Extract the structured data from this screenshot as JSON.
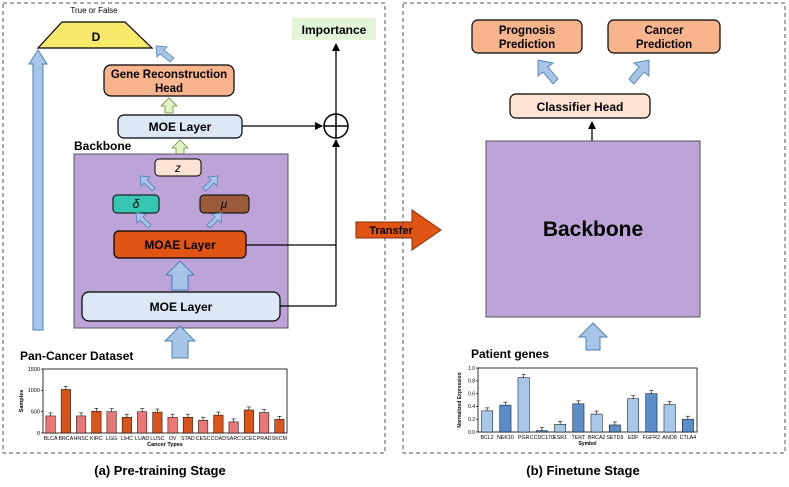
{
  "panel_a": {
    "caption": "(a) Pre-training Stage",
    "discriminator_top_label": "True or False",
    "discriminator_label": "D",
    "importance_label": "Importance",
    "gene_head_line1": "Gene Reconstruction",
    "gene_head_line2": "Head",
    "moe_top_label": "MOE Layer",
    "backbone_label": "Backbone",
    "z_label": "z",
    "delta_label": "δ",
    "mu_label": "μ",
    "moae_label": "MOAE Layer",
    "moe_bottom_label": "MOE Layer",
    "dataset_label": "Pan-Cancer Dataset"
  },
  "transfer_label": "Transfer",
  "panel_b": {
    "caption": "(b) Finetune Stage",
    "prognosis_line1": "Prognosis",
    "prognosis_line2": "Prediction",
    "cancer_line1": "Cancer",
    "cancer_line2": "Prediction",
    "classifier_label": "Classifier Head",
    "backbone_label": "Backbone",
    "patient_genes_label": "Patient genes"
  },
  "colors": {
    "orange_box": "#f8b48c",
    "blue_box": "#dde8f6",
    "purple": "#bca4d8",
    "teal": "#37c6b2",
    "brown": "#9a5b3a",
    "moae_orange": "#e05514",
    "peach": "#fde3d3",
    "arrow_blue": "#a7c6e7",
    "arrow_green": "#e4f2c8",
    "importance_bg": "#e4f5d7",
    "disc_yellow": "#f7e96a"
  },
  "chart_data": [
    {
      "type": "bar",
      "categories": [
        "BLCA",
        "BRCA",
        "HNSC",
        "KIRC",
        "LGG",
        "LIHC",
        "LUAD",
        "LUSC",
        "OV",
        "STAD",
        "CESC",
        "COAD",
        "SARC",
        "UCEC",
        "PRAD",
        "SKCM"
      ],
      "values": [
        400,
        1020,
        400,
        510,
        500,
        370,
        500,
        490,
        370,
        370,
        300,
        420,
        260,
        540,
        480,
        320
      ],
      "series_colors": [
        "#e87878",
        "#d9541a",
        "#e87878",
        "#d9541a",
        "#e87878",
        "#d9541a",
        "#e87878",
        "#d9541a",
        "#e87878",
        "#d9541a",
        "#e87878",
        "#d9541a",
        "#e87878",
        "#d9541a",
        "#e87878",
        "#d9541a"
      ],
      "xlabel": "Cancer Types",
      "ylabel": "Samples",
      "yticks": [
        0,
        500,
        1000,
        1500
      ],
      "ylim": [
        0,
        1500
      ]
    },
    {
      "type": "bar",
      "categories": [
        "BCL2",
        "NEK10",
        "PGR",
        "CCDC170",
        "ESR1",
        "TERT",
        "BRCA2",
        "SETD9",
        "EDF",
        "FGFR2",
        "ANO8",
        "CTLA4"
      ],
      "values": [
        0.33,
        0.42,
        0.85,
        0.02,
        0.12,
        0.44,
        0.28,
        0.11,
        0.52,
        0.6,
        0.43,
        0.2
      ],
      "series_colors": [
        "#a8c8ea",
        "#5b8ec9",
        "#a8c8ea",
        "#5b8ec9",
        "#a8c8ea",
        "#5b8ec9",
        "#a8c8ea",
        "#5b8ec9",
        "#a8c8ea",
        "#5b8ec9",
        "#a8c8ea",
        "#5b8ec9"
      ],
      "xlabel": "Symbol",
      "ylabel": "Normalized Expression",
      "yticks": [
        0.0,
        0.2,
        0.4,
        0.6,
        0.8,
        1.0
      ],
      "ylim": [
        0,
        1.0
      ]
    }
  ]
}
